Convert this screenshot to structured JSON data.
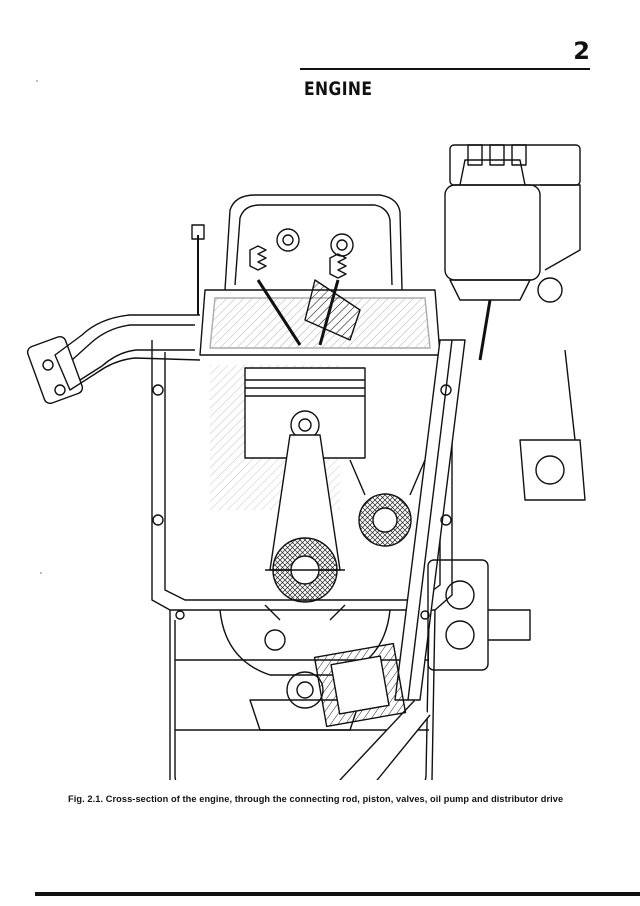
{
  "page": {
    "chapter_number": "2",
    "chapter_title": "ENGINE"
  },
  "figure": {
    "caption": "Fig. 2.1. Cross-section of the engine, through the connecting rod, piston, valves, oil pump and distributor drive"
  }
}
